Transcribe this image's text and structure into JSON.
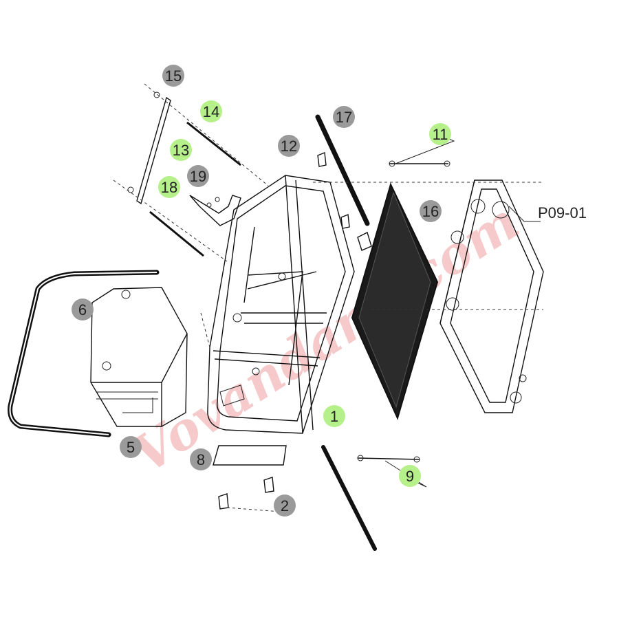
{
  "diagram": {
    "reference_code": "P09-01",
    "watermark": "Vovandaml.com",
    "callouts": [
      {
        "id": "c1",
        "label": "1",
        "style": "green"
      },
      {
        "id": "c2",
        "label": "2",
        "style": "grey"
      },
      {
        "id": "c5",
        "label": "5",
        "style": "grey"
      },
      {
        "id": "c6",
        "label": "6",
        "style": "grey"
      },
      {
        "id": "c8",
        "label": "8",
        "style": "grey"
      },
      {
        "id": "c9",
        "label": "9",
        "style": "green"
      },
      {
        "id": "c11",
        "label": "11",
        "style": "green"
      },
      {
        "id": "c12",
        "label": "12",
        "style": "grey"
      },
      {
        "id": "c13",
        "label": "13",
        "style": "green"
      },
      {
        "id": "c14",
        "label": "14",
        "style": "green"
      },
      {
        "id": "c15",
        "label": "15",
        "style": "grey"
      },
      {
        "id": "c16",
        "label": "16",
        "style": "grey"
      },
      {
        "id": "c17",
        "label": "17",
        "style": "grey"
      },
      {
        "id": "c18",
        "label": "18",
        "style": "green"
      },
      {
        "id": "c19",
        "label": "19",
        "style": "grey"
      }
    ],
    "colors": {
      "grey_bubble": "#9a9a9a",
      "green_bubble": "#b6f08a",
      "line": "#111111",
      "watermark": "#e24545"
    }
  }
}
